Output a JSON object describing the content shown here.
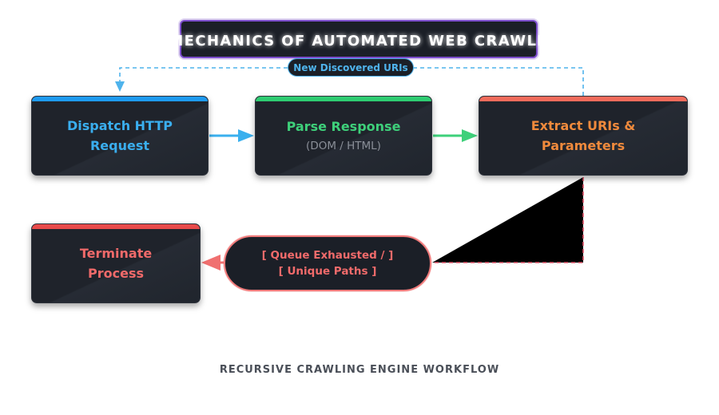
{
  "header": {
    "icon": "spider-icon",
    "title": "MECHANICS OF AUTOMATED WEB CRAWLING"
  },
  "loop_label": "New Discovered URIs",
  "nodes": {
    "dispatch": {
      "title_line1": "Dispatch HTTP",
      "title_line2": "Request",
      "accent": "#1e9af0",
      "text_color": "#3aaeee"
    },
    "parse": {
      "title": "Parse Response",
      "subtitle": "(DOM / HTML)",
      "accent": "#2ecc71",
      "text_color": "#3ed07a"
    },
    "extract": {
      "title_line1": "Extract URIs &",
      "title_line2": "Parameters",
      "accent": "#f26b5b",
      "text_color": "#f08a3c"
    },
    "terminate": {
      "title_line1": "Terminate",
      "title_line2": "Process",
      "accent": "#e84a4a",
      "text_color": "#f06a6a"
    }
  },
  "decision": {
    "line1": "[ Queue Exhausted / ]",
    "line2": "[ Unique Paths ]"
  },
  "caption": "RECURSIVE CRAWLING ENGINE WORKFLOW",
  "colors": {
    "arrow_blue": "#3ab0ee",
    "arrow_green": "#3ed07a",
    "arrow_red": "#f07070",
    "loop_dash": "#4fb3ec",
    "background": "#ffffff",
    "node_bg": "#1f232b"
  }
}
